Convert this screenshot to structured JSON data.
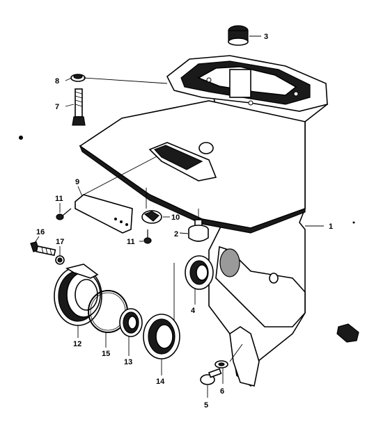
{
  "labels": {
    "p1": "1",
    "p2": "2",
    "p3": "3",
    "p4": "4",
    "p5": "5",
    "p6": "6",
    "p7": "7",
    "p8": "8",
    "p9": "9",
    "p10": "10",
    "p11a": "11",
    "p11b": "11",
    "p12": "12",
    "p13": "13",
    "p14": "14",
    "p15": "15",
    "p16": "16",
    "p17": "17"
  }
}
